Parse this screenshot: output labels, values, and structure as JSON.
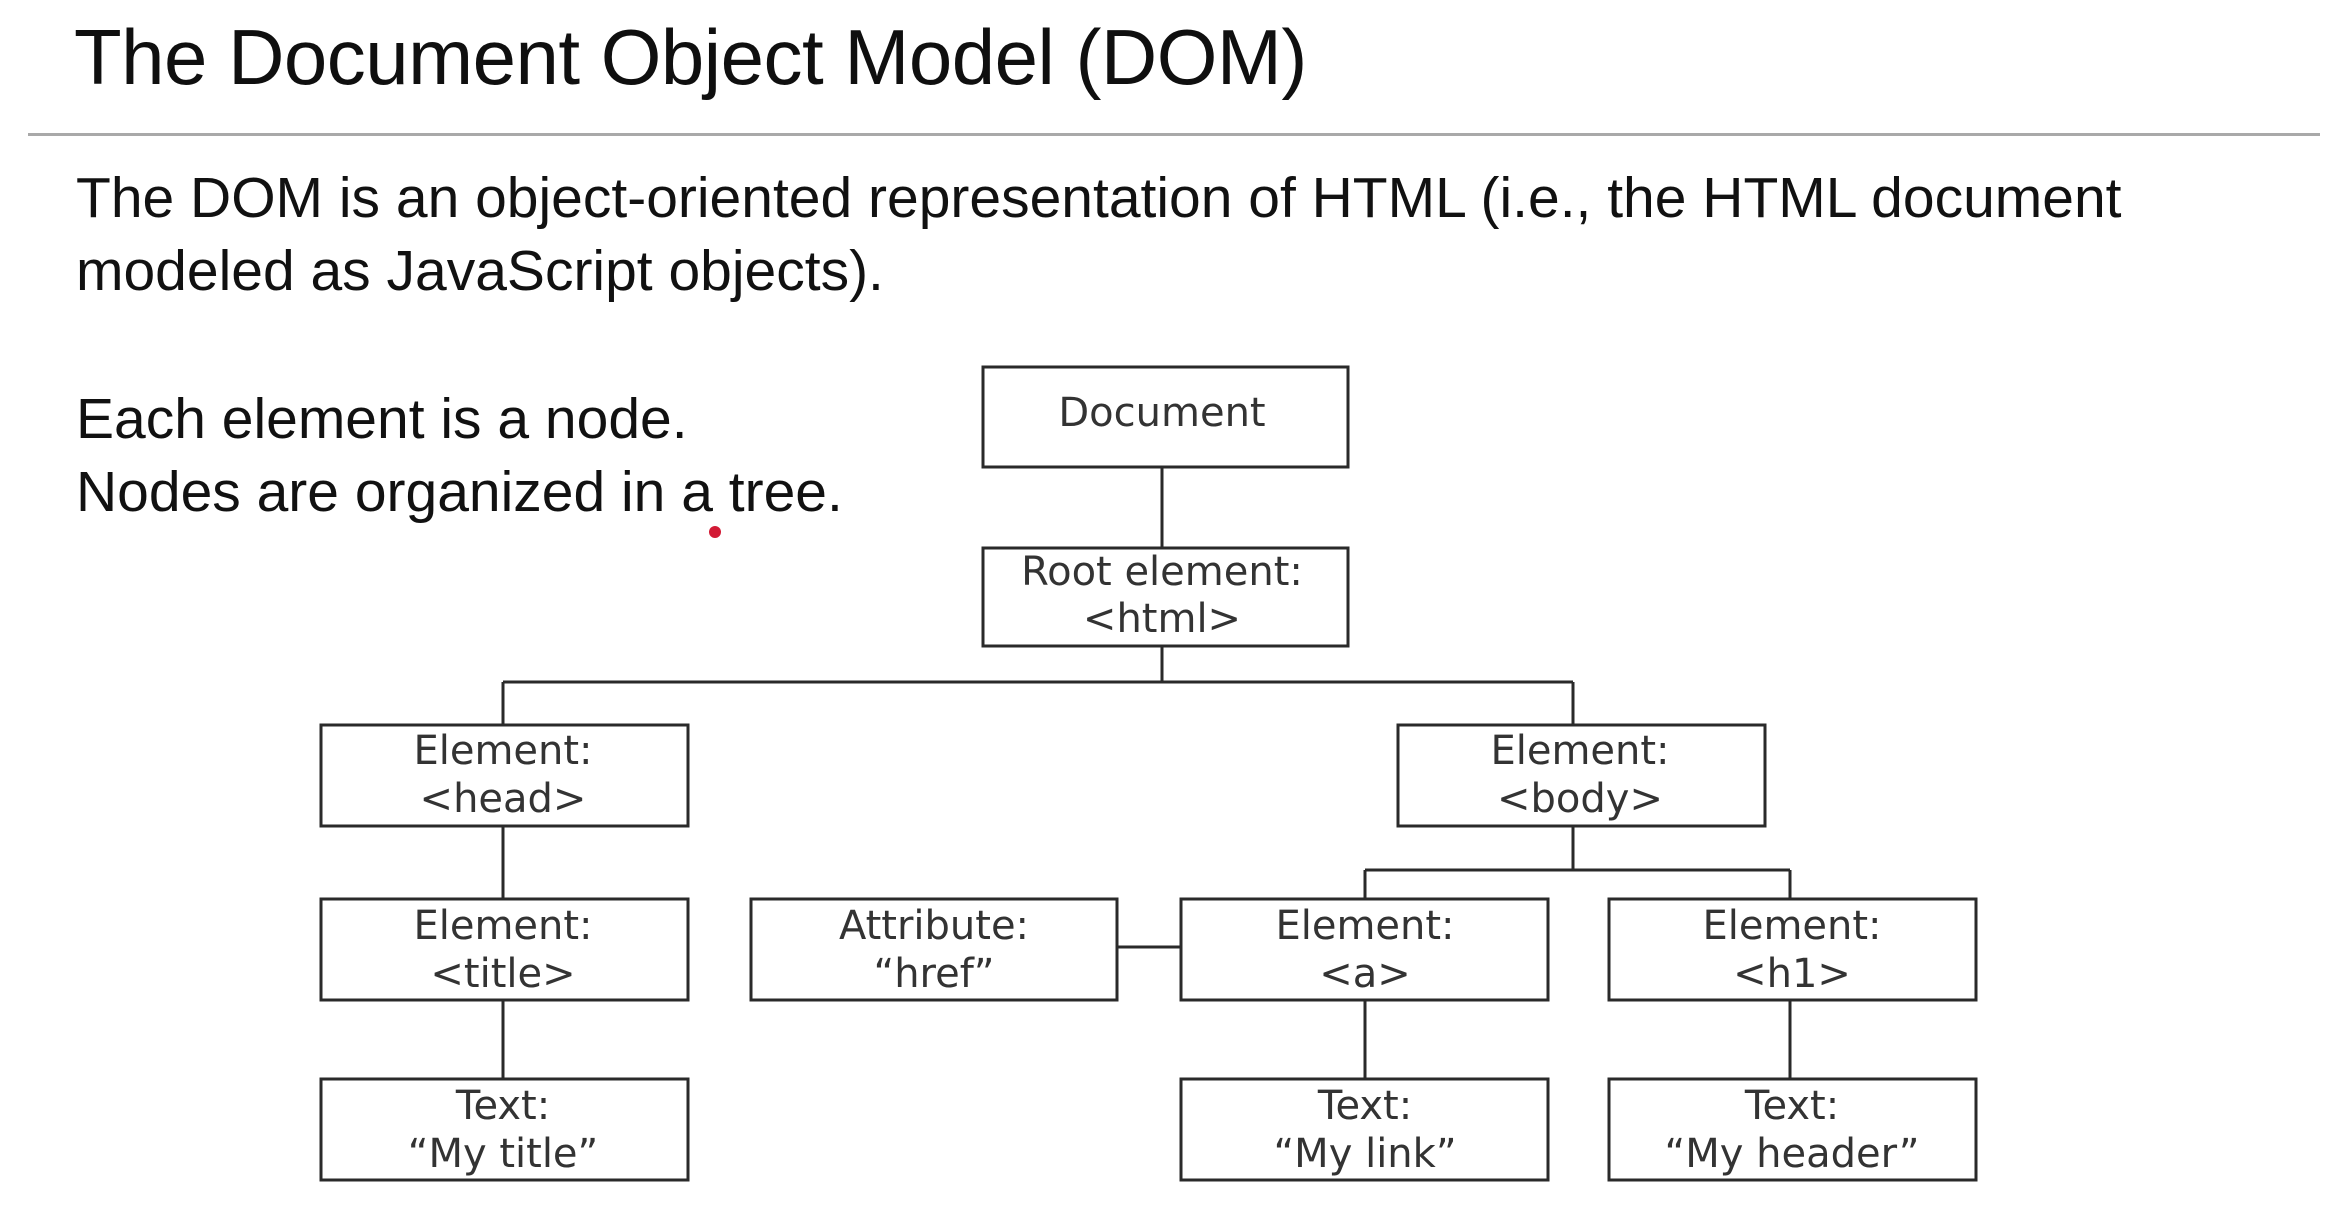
{
  "slide": {
    "title": "The Document Object Model (DOM)",
    "intro_lines": [
      "The DOM is an object-oriented representation of HTML (i.e., the HTML document",
      "modeled as JavaScript objects)."
    ],
    "fact_lines": [
      "Each element is a node.",
      "Nodes are organized in a tree."
    ],
    "colors": {
      "text": "#111111",
      "rule": "#a9a9a9",
      "box_border": "#2a2a2a",
      "box_text": "#333333",
      "pointer_dot": "#d21a35"
    }
  },
  "diagram": {
    "nodes": {
      "document": {
        "label": "Document"
      },
      "html": {
        "line1": "Root element:",
        "line2": "<html>"
      },
      "head": {
        "line1": "Element:",
        "line2": "<head>"
      },
      "body": {
        "line1": "Element:",
        "line2": "<body>"
      },
      "title": {
        "line1": "Element:",
        "line2": "<title>"
      },
      "href": {
        "line1": "Attribute:",
        "line2": "“href”"
      },
      "a": {
        "line1": "Element:",
        "line2": "<a>"
      },
      "h1": {
        "line1": "Element:",
        "line2": "<h1>"
      },
      "title_text": {
        "line1": "Text:",
        "line2": "“My title”"
      },
      "link_text": {
        "line1": "Text:",
        "line2": "“My link”"
      },
      "header_text": {
        "line1": "Text:",
        "line2": "“My header”"
      }
    },
    "edges": [
      [
        "document",
        "html"
      ],
      [
        "html",
        "head"
      ],
      [
        "html",
        "body"
      ],
      [
        "head",
        "title"
      ],
      [
        "body",
        "a"
      ],
      [
        "body",
        "h1"
      ],
      [
        "a",
        "href"
      ],
      [
        "title",
        "title_text"
      ],
      [
        "a",
        "link_text"
      ],
      [
        "h1",
        "header_text"
      ]
    ]
  }
}
